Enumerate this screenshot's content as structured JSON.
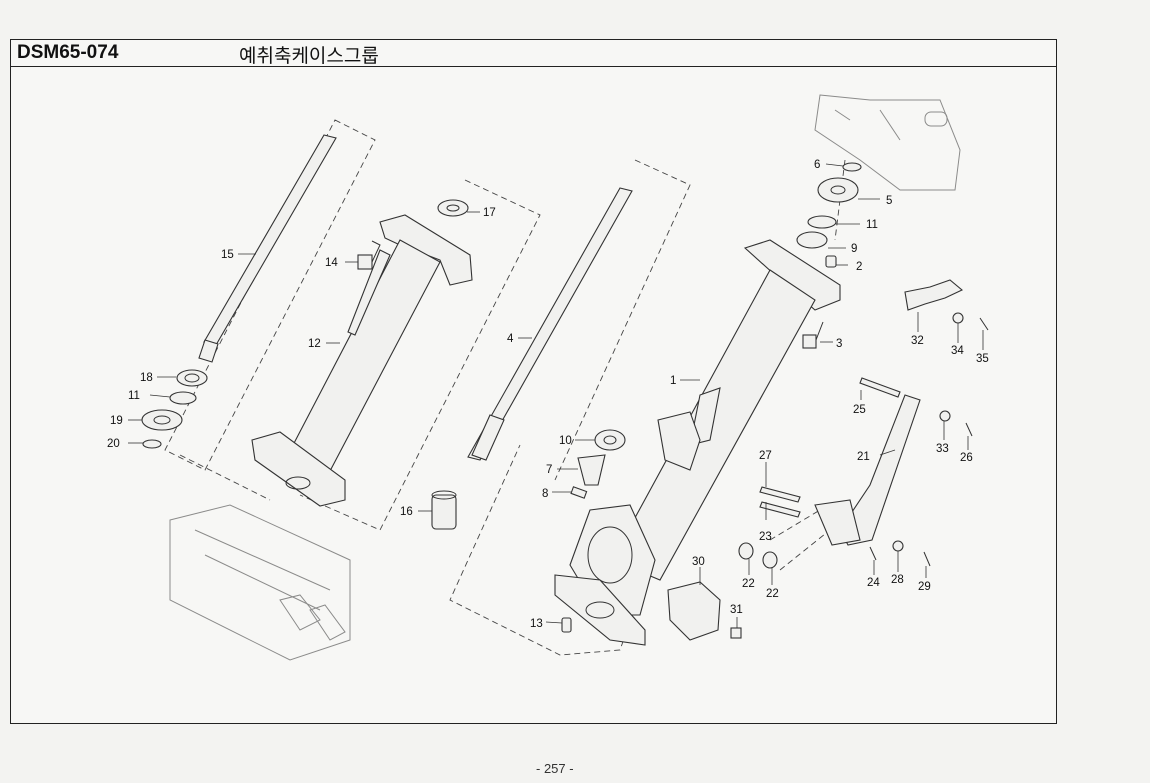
{
  "header": {
    "code": "DSM65-074",
    "title": "예취축케이스그룹"
  },
  "page_number": "- 257 -",
  "callouts": [
    "1",
    "2",
    "3",
    "4",
    "5",
    "6",
    "7",
    "8",
    "9",
    "10",
    "11",
    "11",
    "12",
    "13",
    "14",
    "15",
    "16",
    "17",
    "18",
    "19",
    "20",
    "21",
    "22",
    "22",
    "23",
    "24",
    "25",
    "26",
    "27",
    "28",
    "29",
    "30",
    "31",
    "32",
    "33",
    "34",
    "35"
  ]
}
